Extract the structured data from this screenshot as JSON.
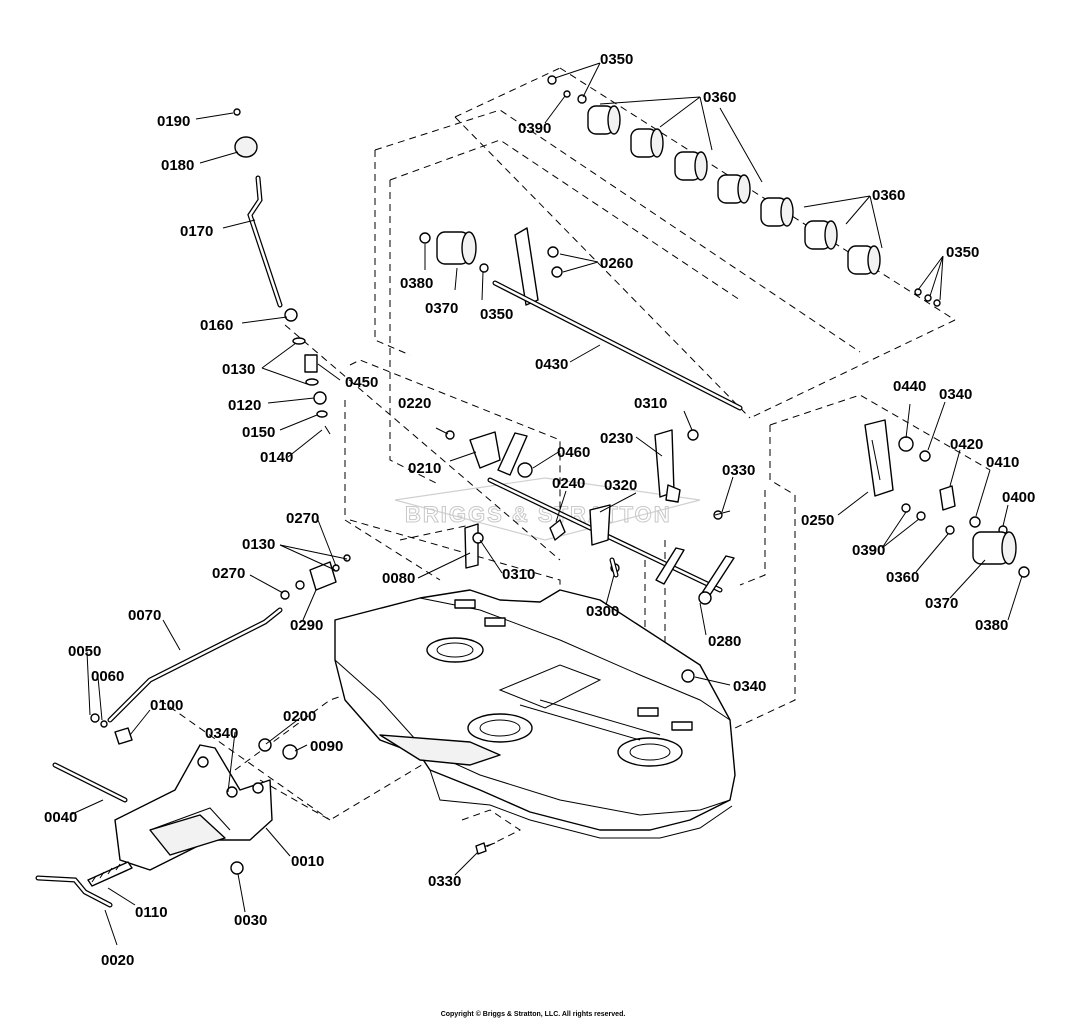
{
  "copyright": "Copyright © Briggs & Stratton, LLC. All rights reserved.",
  "watermark": "BRIGGS & STRATTON",
  "labels": {
    "p0350a": "0350",
    "p0390a": "0390",
    "p0360a": "0360",
    "p0360b": "0360",
    "p0350b": "0350",
    "p0190": "0190",
    "p0180": "0180",
    "p0170": "0170",
    "p0380a": "0380",
    "p0370a": "0370",
    "p0350c": "0350",
    "p0260": "0260",
    "p0160": "0160",
    "p0130a": "0130",
    "p0450": "0450",
    "p0430": "0430",
    "p0120": "0120",
    "p0150": "0150",
    "p0140": "0140",
    "p0220": "0220",
    "p0210": "0210",
    "p0310a": "0310",
    "p0230": "0230",
    "p0460": "0460",
    "p0240": "0240",
    "p0320": "0320",
    "p0330a": "0330",
    "p0440": "0440",
    "p0340a": "0340",
    "p0420": "0420",
    "p0410": "0410",
    "p0400": "0400",
    "p0250": "0250",
    "p0390b": "0390",
    "p0360c": "0360",
    "p0370b": "0370",
    "p0380b": "0380",
    "p0270a": "0270",
    "p0130b": "0130",
    "p0270b": "0270",
    "p0290": "0290",
    "p0080": "0080",
    "p0310b": "0310",
    "p0300": "0300",
    "p0280": "0280",
    "p0340b": "0340",
    "p0070": "0070",
    "p0050": "0050",
    "p0060": "0060",
    "p0100": "0100",
    "p0200": "0200",
    "p0090": "0090",
    "p0340c": "0340",
    "p0040": "0040",
    "p0010": "0010",
    "p0330b": "0330",
    "p0110": "0110",
    "p0030": "0030",
    "p0020": "0020"
  }
}
